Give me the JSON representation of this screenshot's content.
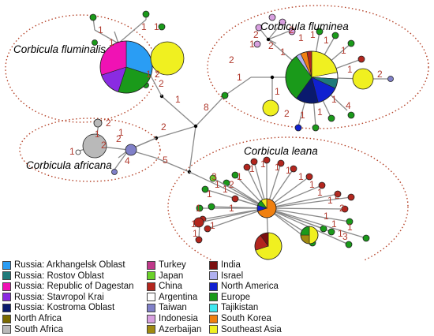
{
  "groups": {
    "fluminalis": "Corbicula fluminalis",
    "fluminea": "Corbicula fluminea",
    "africana": "Corbicula africana",
    "leana": "Corbicula leana"
  },
  "edge_labels": {
    "main_left": "1",
    "main_right": "8",
    "africa_link": "2",
    "leana_link": "5"
  },
  "legend": [
    {
      "label": "Russia: Arkhangelsk Oblast",
      "color": "#2a9df4"
    },
    {
      "label": "Russia: Rostov Oblast",
      "color": "#1f7a7a"
    },
    {
      "label": "Russia: Republic of Dagestan",
      "color": "#f012b4"
    },
    {
      "label": "Russia: Stavropol Krai",
      "color": "#8a2be2"
    },
    {
      "label": "Russia: Kostroma Oblast",
      "color": "#0a1a6e"
    },
    {
      "label": "North Africa",
      "color": "#7a6a00"
    },
    {
      "label": "South Africa",
      "color": "#b9b9b9"
    },
    {
      "label": "Turkey",
      "color": "#c0398a"
    },
    {
      "label": "Japan",
      "color": "#6ad12a"
    },
    {
      "label": "China",
      "color": "#b3261e"
    },
    {
      "label": "Argentina",
      "color": "#ffffff"
    },
    {
      "label": "Taiwan",
      "color": "#8080c8"
    },
    {
      "label": "Indonesia",
      "color": "#d8a0e0"
    },
    {
      "label": "Azerbaijan",
      "color": "#a08a10"
    },
    {
      "label": "India",
      "color": "#7a1010"
    },
    {
      "label": "Israel",
      "color": "#b0b0f0"
    },
    {
      "label": "North America",
      "color": "#1020d0"
    },
    {
      "label": "Europe",
      "color": "#1a9a1a"
    },
    {
      "label": "Tajikistan",
      "color": "#40e8f0"
    },
    {
      "label": "South Korea",
      "color": "#f08010"
    },
    {
      "label": "Southeast Asia",
      "color": "#f0f020"
    }
  ]
}
